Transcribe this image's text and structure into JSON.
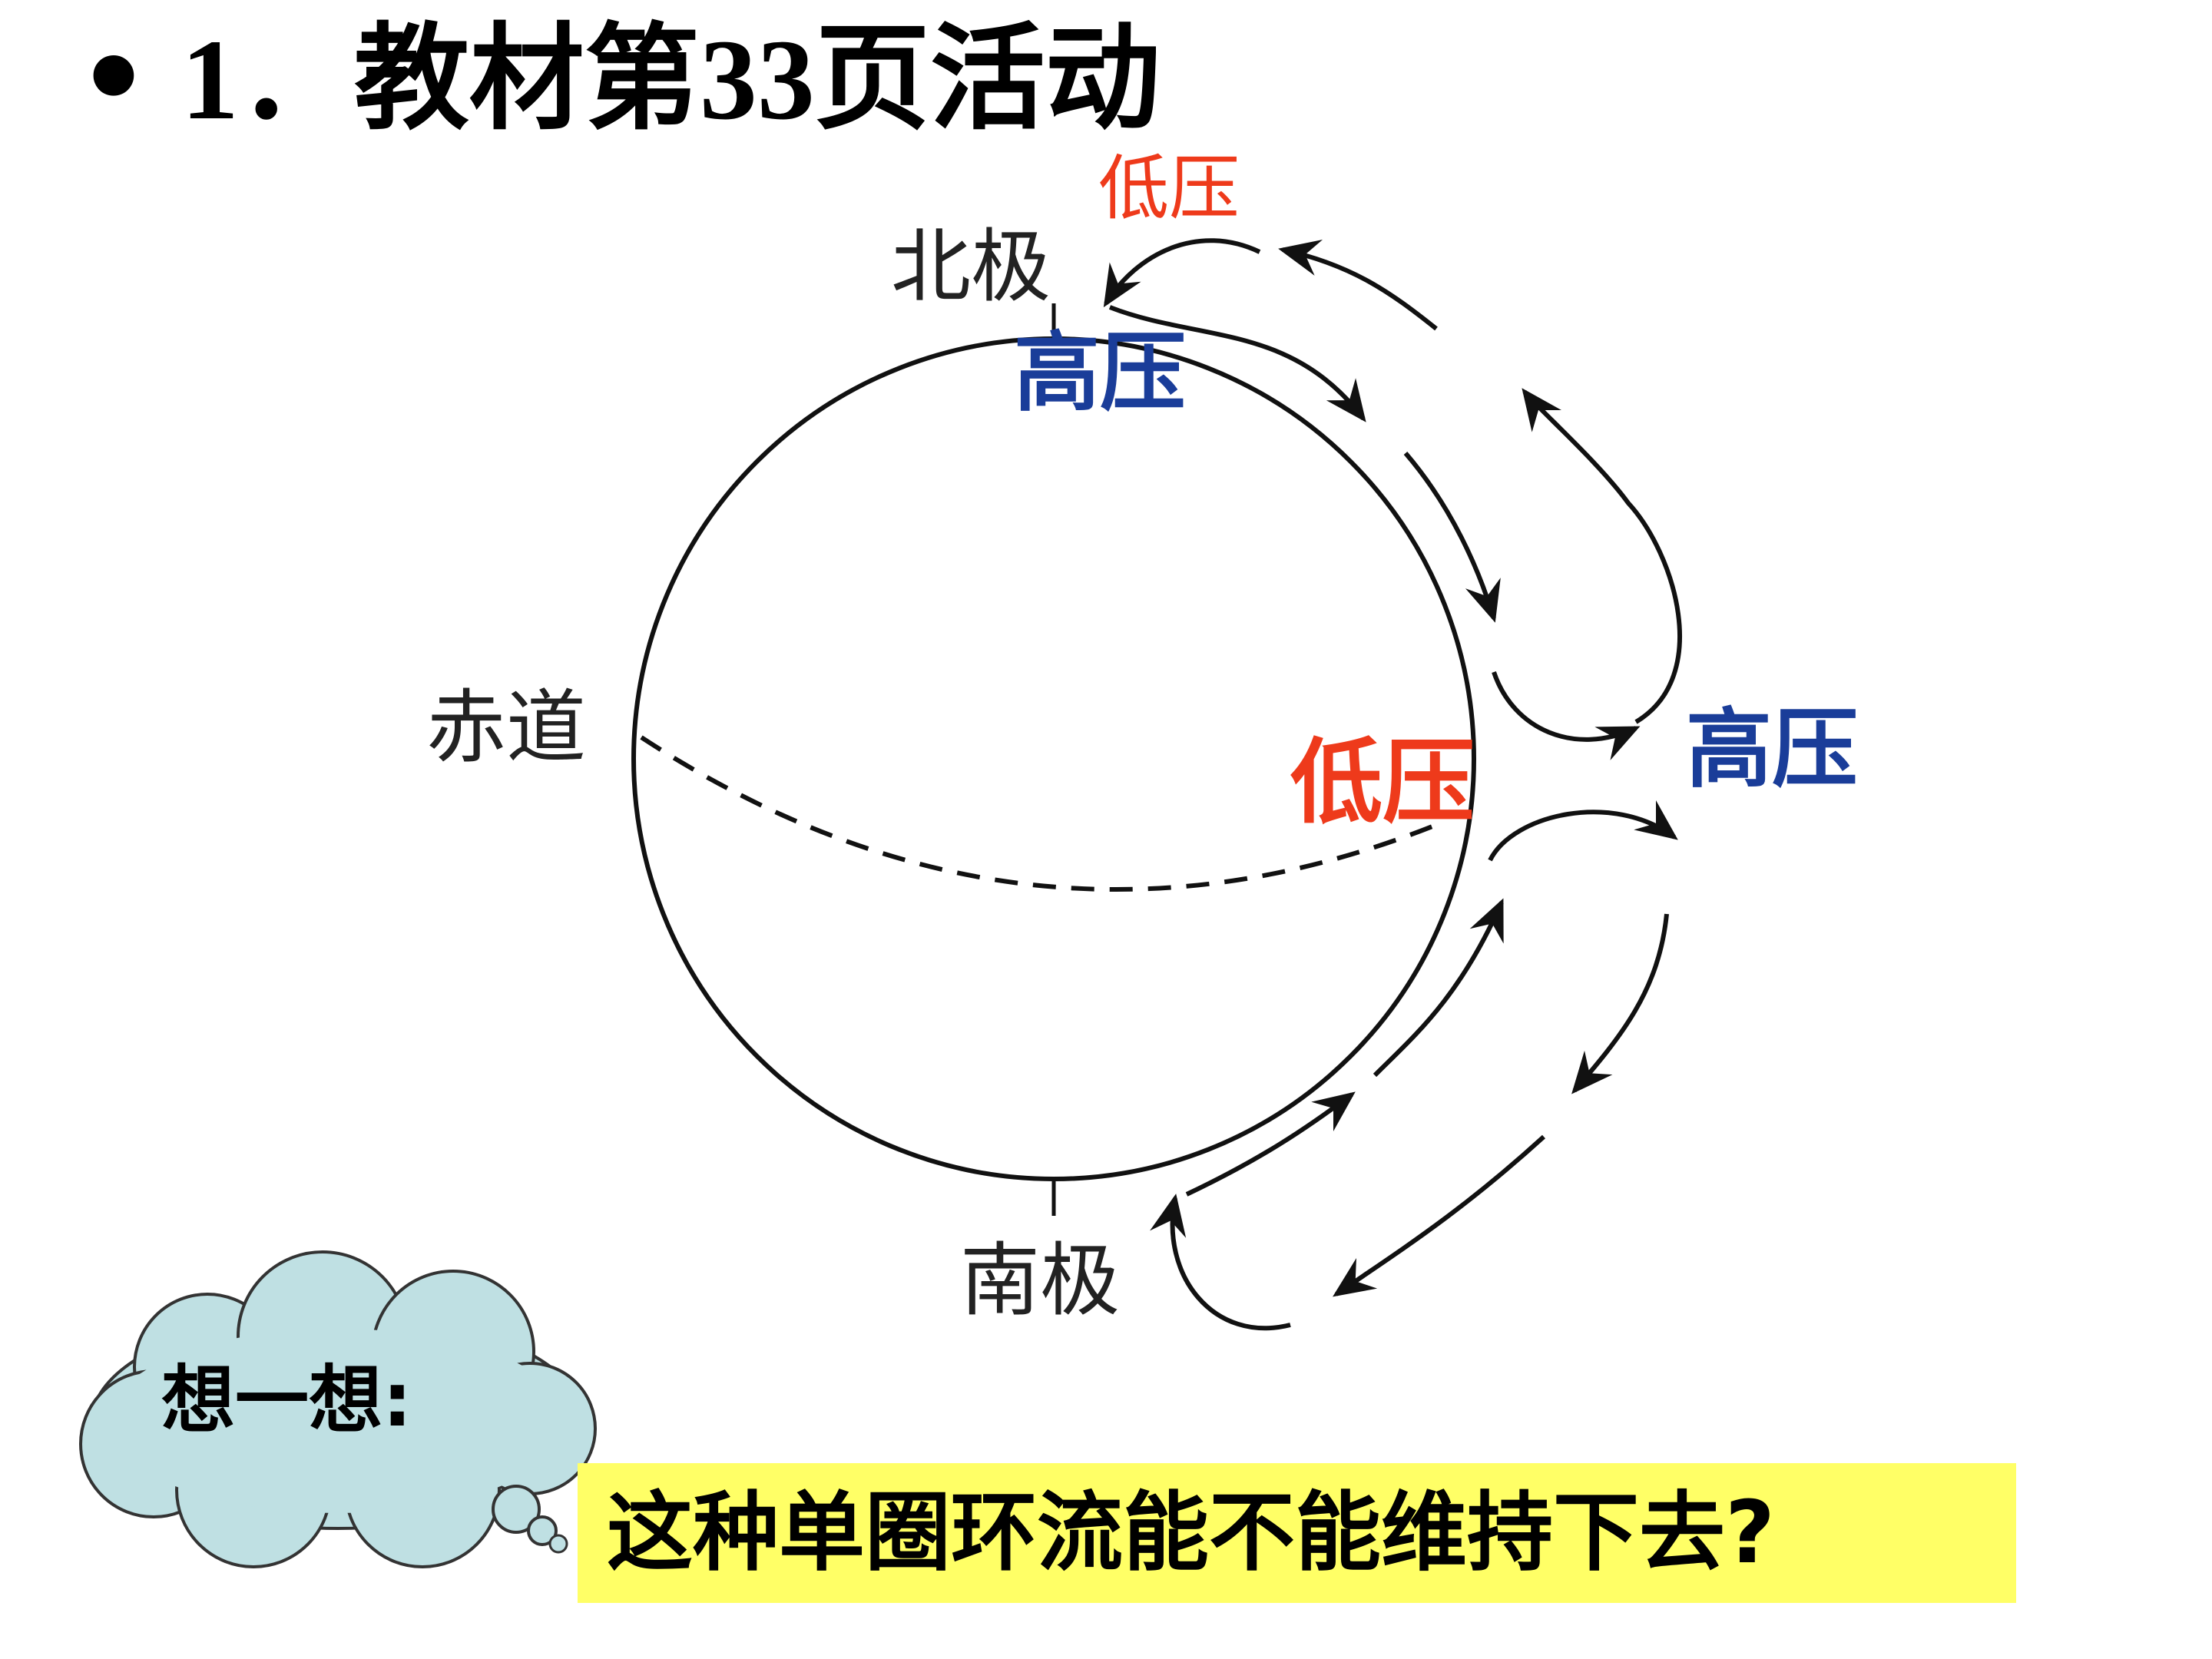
{
  "slide": {
    "bullet": "•",
    "title": "1．教材第33页活动"
  },
  "diagram": {
    "north_pole": "北极",
    "south_pole": "南极",
    "equator": "赤道",
    "polar_low": "低压",
    "polar_high": "高压",
    "equator_low": "低压",
    "outer_high": "高压",
    "colors": {
      "low_pressure": "#ee3a1b",
      "high_pressure": "#1a3d99",
      "lines": "#111111"
    }
  },
  "thought": {
    "label": "想一想:",
    "question": "这种单圈环流能不能维持下去?",
    "cloud_color": "#bfe0e3",
    "highlight_color": "#ffff66"
  }
}
